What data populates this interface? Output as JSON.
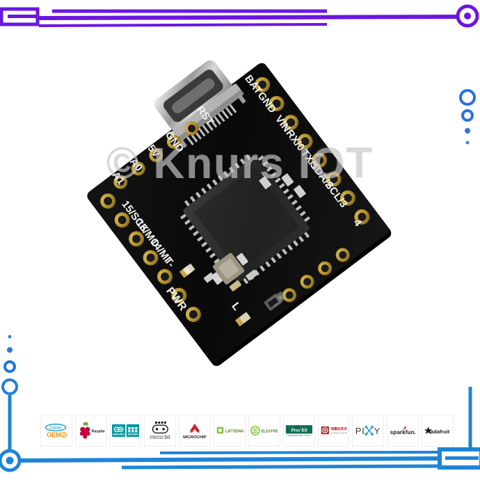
{
  "image": {
    "kind": "product-photo",
    "background_color": "#ffffff",
    "subject": "development board pcb"
  },
  "watermark": {
    "text": "© Knurs IOT",
    "color": "#7d7d7d"
  },
  "frame": {
    "accent_top": "#6b16e0",
    "accent_bottom": "#1f84d6",
    "top_left_badge": "rectangle-with-bar",
    "top_right_node": "ring-with-dot",
    "bottom_left_node": "ring-with-dot",
    "bottom_right_badge": "rectangle-with-bar",
    "dot_chain_right": [
      "ring-large",
      "ring-small",
      "dot",
      "dot-tiny"
    ],
    "dot_chain_left": [
      "dot-tiny",
      "dot",
      "ring-small",
      "ring-large"
    ]
  },
  "board": {
    "name": "xiao-form-factor-mcu-board",
    "pcb_color": "#0d0d0d",
    "pad_color": "#c9a227",
    "silkscreen_color": "#f2f2f2",
    "chip_color": "#2e2e2e",
    "connector": "usb-type-c",
    "pins_top_left": [
      "GND",
      "5V",
      "A0",
      "A1",
      "15/SCK",
      "16/MO",
      "14/MI",
      "T-"
    ],
    "pins_top_right": [
      "RST"
    ],
    "pins_right": [
      "BAT",
      "GND",
      "VIN",
      "RX/0",
      "TX/1",
      "SDA/2",
      "SCL/3",
      "4"
    ],
    "markings": [
      "PWR",
      "L",
      "RST"
    ],
    "component_labels": {
      "power_led": "PWR",
      "user_led": "L"
    }
  },
  "logos": [
    {
      "name": "cytron-oem",
      "label": "Cytron",
      "sub": "OEM",
      "color": "#f39200",
      "accent": "#1a9fd4"
    },
    {
      "name": "raspberry-pi",
      "label": "RaspberryPi",
      "color": "#c7053d",
      "accent": "#6aa84f"
    },
    {
      "name": "arduino",
      "label": "ARDUINO",
      "color": "#00979d",
      "accent": "#ffffff"
    },
    {
      "name": "micro-bit",
      "label": "micro:bit",
      "color": "#3e3e3e",
      "accent": "#1a1a1a"
    },
    {
      "name": "microchip",
      "label": "MICROCHIP",
      "color": "#cf2027",
      "accent": "#1a1a1a"
    },
    {
      "name": "lattepanda",
      "label": "LATTEPANDA",
      "color": "#8bc34a",
      "accent": "#4a7c1a"
    },
    {
      "name": "elecfreaks",
      "label": "ELECFREAKS",
      "color": "#8bc34a",
      "accent": "#4a7c1a"
    },
    {
      "name": "proskit",
      "label": "Pros'Kit",
      "color": "#0f6b52",
      "accent": "#ffffff"
    },
    {
      "name": "chinese-vendor",
      "label": "常義安資訊",
      "color": "#b02a2a",
      "accent": "#666666"
    },
    {
      "name": "pixy",
      "label": "PIXY",
      "color": "#3c3c3c",
      "accent": "#2b9fdc"
    },
    {
      "name": "sparkfun",
      "label": "sparkfun.",
      "color": "#1a1a1a",
      "accent": "#e03a3e"
    },
    {
      "name": "adafruit",
      "label": "adafruit",
      "color": "#1a1a1a",
      "accent": "#1a1a1a"
    }
  ]
}
